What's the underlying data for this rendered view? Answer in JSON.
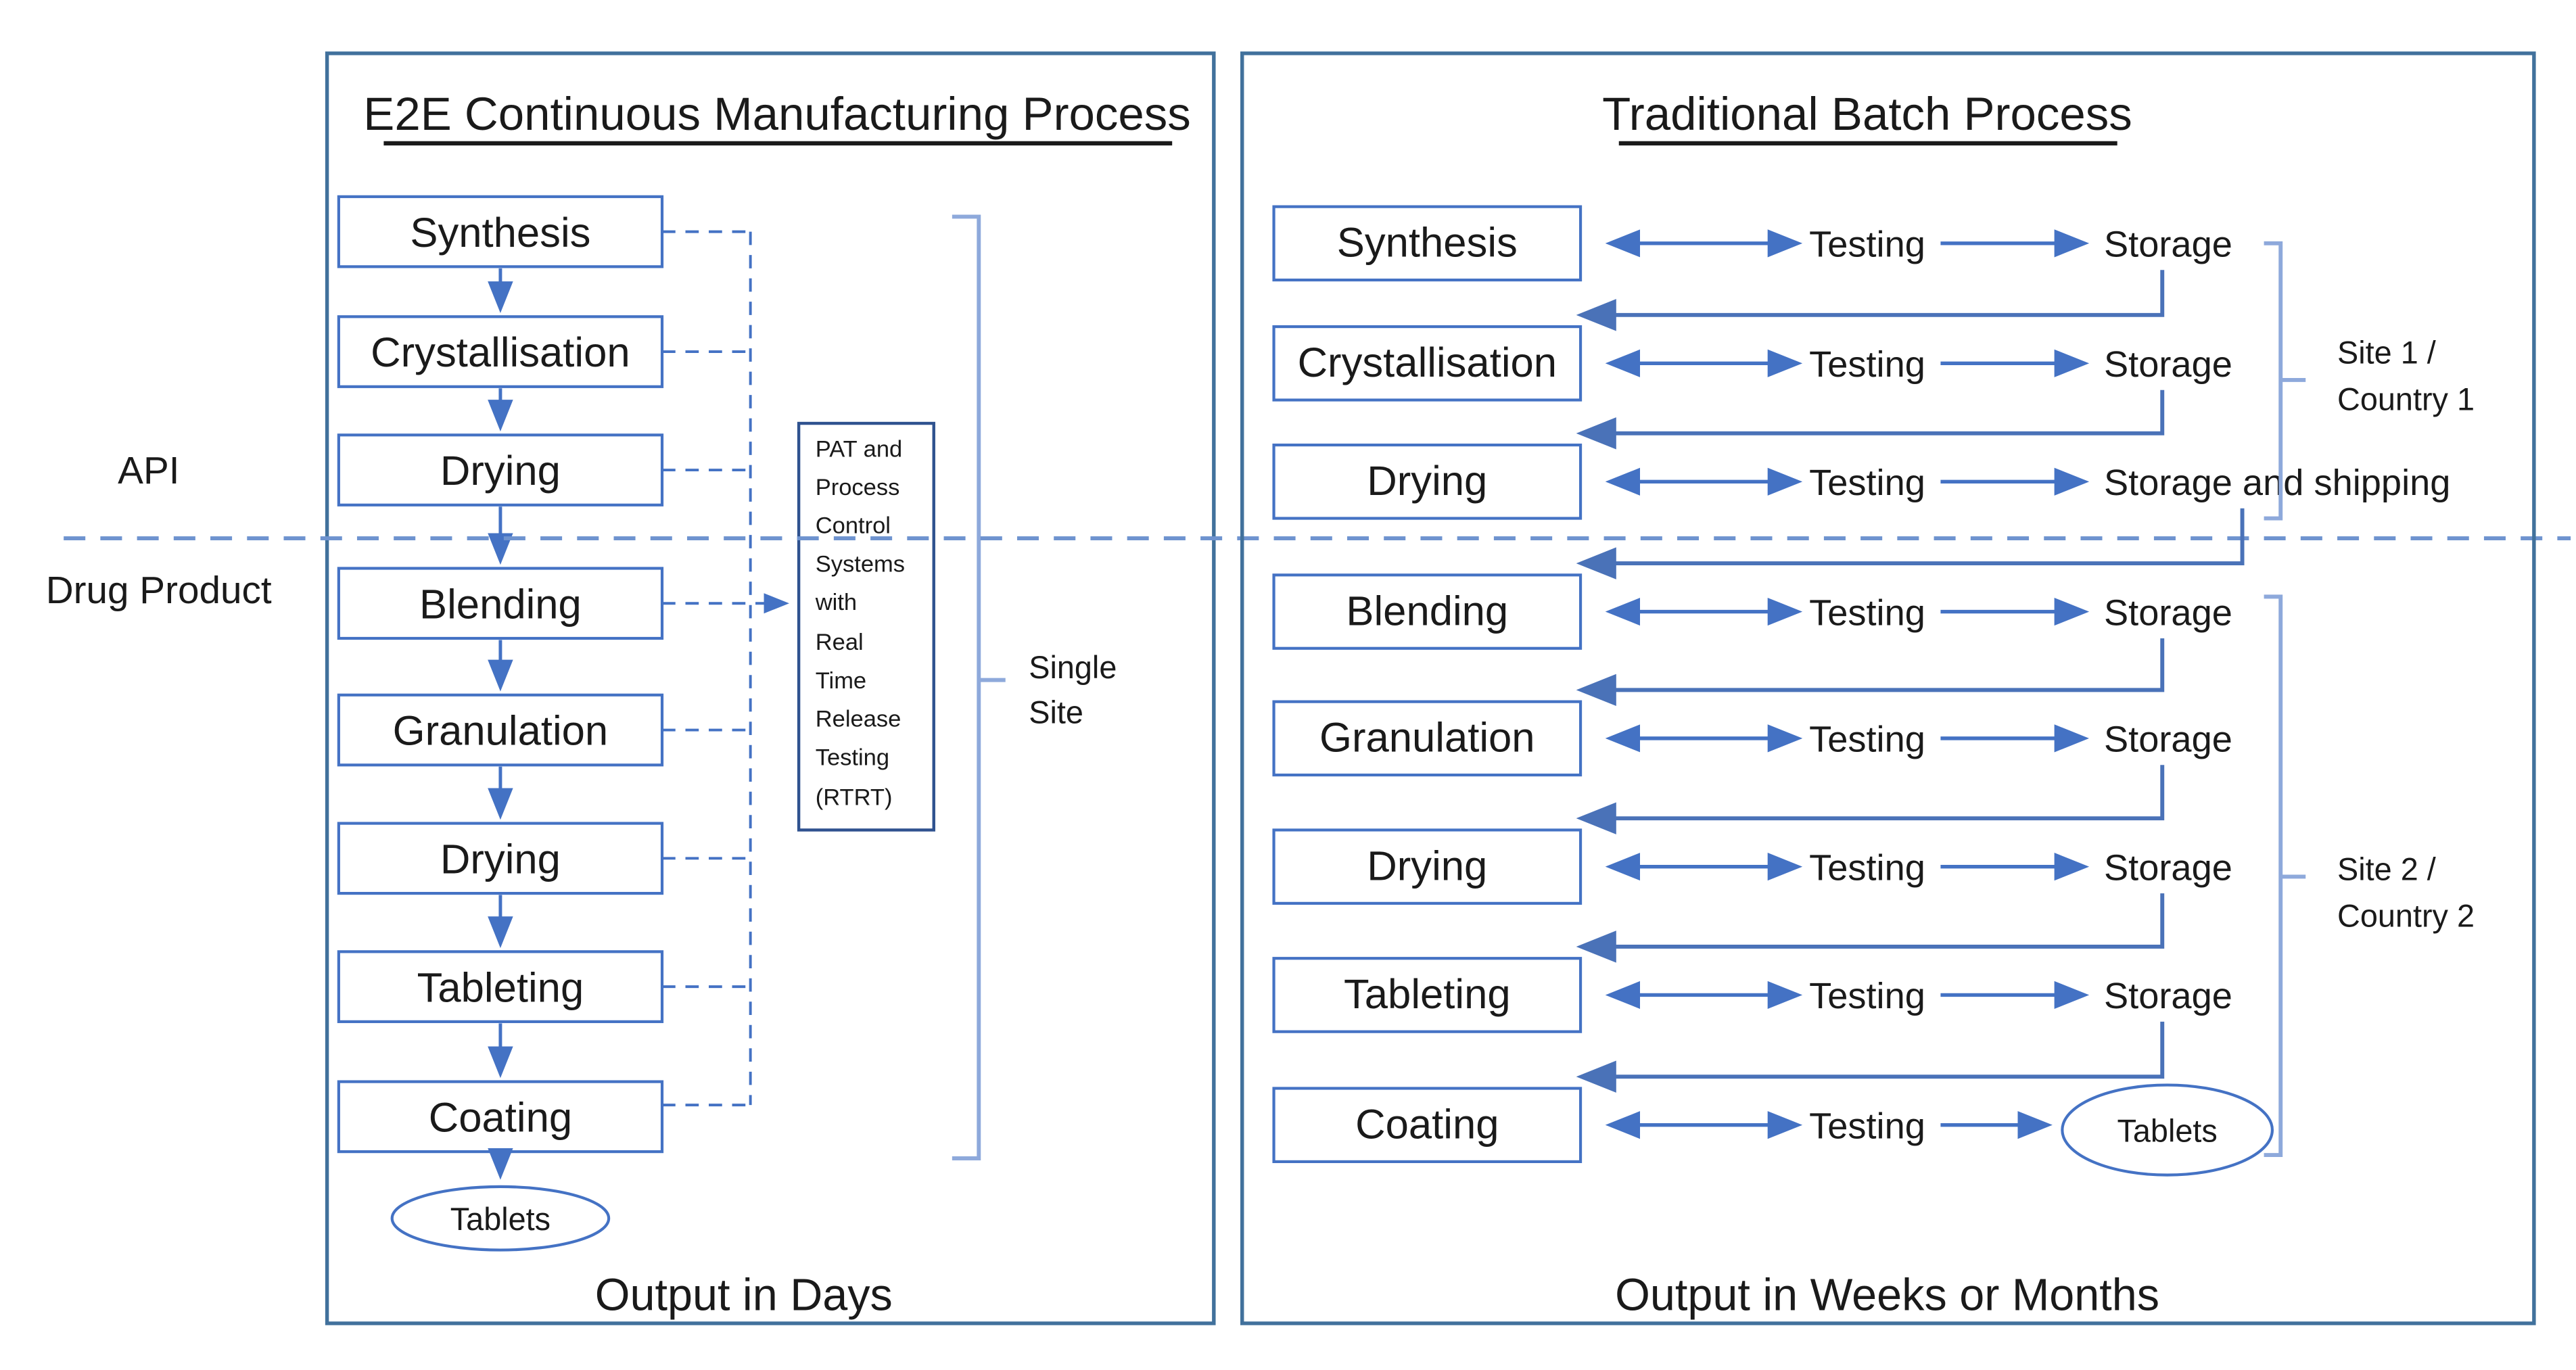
{
  "colors": {
    "panel-border": "#41719C",
    "box-border": "#4472C4",
    "arrow": "#4472C4",
    "return-line": "#4A72B8",
    "bracket": "#8EA9DB",
    "divider": "#6E93CF",
    "pat-border": "#2F528F",
    "text": "#1a1a1a",
    "bg": "#ffffff"
  },
  "divider": {
    "api_label": "API",
    "drug_product_label": "Drug Product"
  },
  "left_panel": {
    "title": "E2E Continuous Manufacturing Process",
    "steps": [
      "Synthesis",
      "Crystallisation",
      "Drying",
      "Blending",
      "Granulation",
      "Drying",
      "Tableting",
      "Coating"
    ],
    "pat_lines": [
      "PAT and",
      "Process",
      "Control",
      "Systems",
      "with",
      "Real",
      "Time",
      "Release",
      "Testing",
      "(RTRT)"
    ],
    "bracket_lines": [
      "Single",
      "Site"
    ],
    "terminal": "Tablets",
    "output_label": "Output in Days"
  },
  "right_panel": {
    "title": "Traditional Batch Process",
    "testing_label": "Testing",
    "rows": [
      {
        "step": "Synthesis",
        "result": "Storage"
      },
      {
        "step": "Crystallisation",
        "result": "Storage"
      },
      {
        "step": "Drying",
        "result": "Storage and shipping"
      },
      {
        "step": "Blending",
        "result": "Storage"
      },
      {
        "step": "Granulation",
        "result": "Storage"
      },
      {
        "step": "Drying",
        "result": "Storage"
      },
      {
        "step": "Tableting",
        "result": "Storage"
      },
      {
        "step": "Coating",
        "result": ""
      }
    ],
    "site1_lines": [
      "Site 1 /",
      "Country 1"
    ],
    "site2_lines": [
      "Site 2 /",
      "Country 2"
    ],
    "terminal": "Tablets",
    "output_label": "Output in Weeks or Months"
  }
}
